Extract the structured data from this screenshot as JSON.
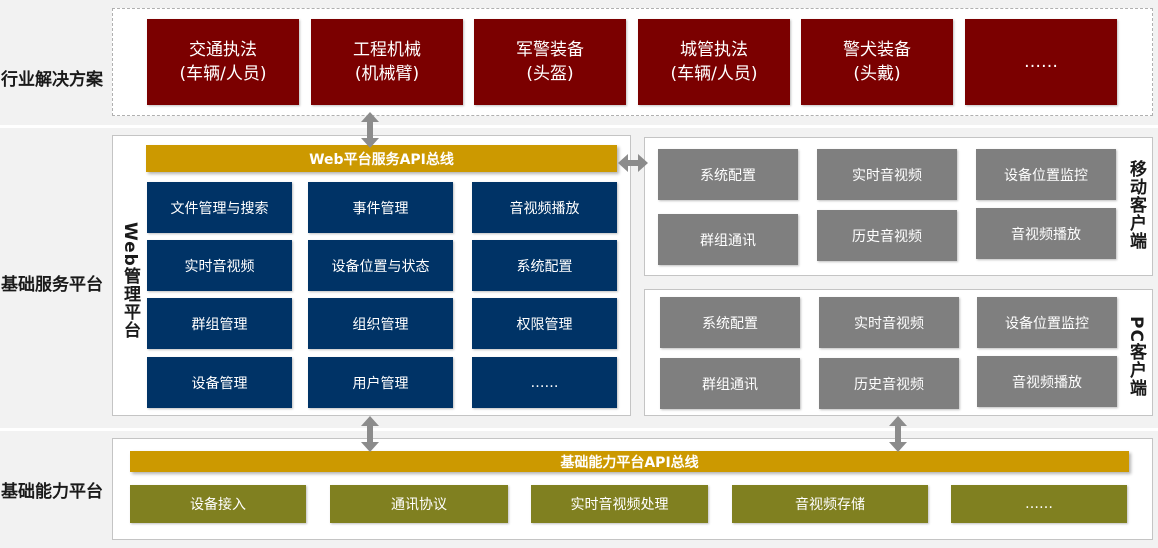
{
  "rows": {
    "industry": "行业解决方案",
    "service": "基础服务平台",
    "capability": "基础能力平台"
  },
  "industry_solutions": [
    {
      "line1": "交通执法",
      "line2": "(车辆/人员)"
    },
    {
      "line1": "工程机械",
      "line2": "(机械臂)"
    },
    {
      "line1": "军警装备",
      "line2": "(头盔)"
    },
    {
      "line1": "城管执法",
      "line2": "(车辆/人员)"
    },
    {
      "line1": "警犬装备",
      "line2": "(头戴)"
    },
    {
      "line1": "……",
      "line2": ""
    }
  ],
  "web_platform": {
    "label": "Web管理平台",
    "bus": "Web平台服务API总线",
    "modules": [
      "文件管理与搜索",
      "事件管理",
      "音视频播放",
      "实时音视频",
      "设备位置与状态",
      "系统配置",
      "群组管理",
      "组织管理",
      "权限管理",
      "设备管理",
      "用户管理",
      "……"
    ]
  },
  "mobile_client": {
    "label": "移动客户端",
    "modules": [
      "系统配置",
      "实时音视频",
      "设备位置监控",
      "群组通讯",
      "历史音视频",
      "音视频播放"
    ]
  },
  "pc_client": {
    "label": "PC客户端",
    "modules": [
      "系统配置",
      "实时音视频",
      "设备位置监控",
      "群组通讯",
      "历史音视频",
      "音视频播放"
    ]
  },
  "capability_platform": {
    "bus": "基础能力平台API总线",
    "modules": [
      "设备接入",
      "通讯协议",
      "实时音视频处理",
      "音视频存储",
      "……"
    ]
  },
  "colors": {
    "industry_box": "#7b0000",
    "web_module": "#003366",
    "client_module": "#7f7f7f",
    "capability_module": "#808020",
    "bus": "#cc9900",
    "arrow": "#8c8c8c"
  }
}
